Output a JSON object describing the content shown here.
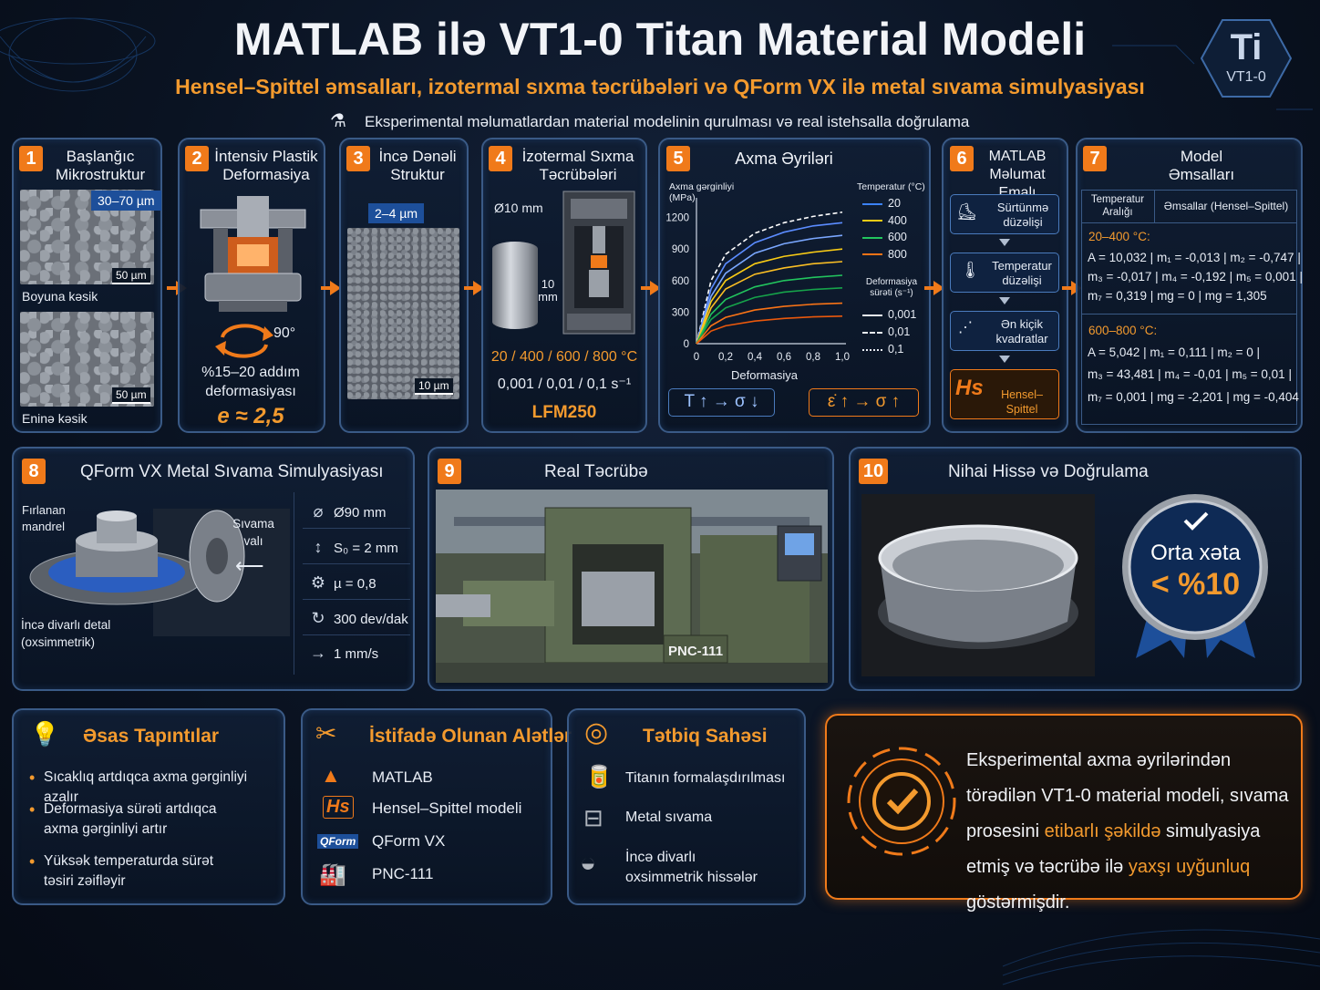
{
  "header": {
    "title": "MATLAB ilə VT1-0 Titan Material Modeli",
    "subtitle": "Hensel–Spittel əmsalları, izotermal sıxma təcrübələri və QForm VX ilə metal sıvama simulyasiyası",
    "tagline": "Eksperimental məlumatlardan material modelinin qurulması və real istehsalla doğrulama",
    "badge_symbol": "Ti",
    "badge_label": "VT1-0"
  },
  "steps": [
    {
      "num": "1",
      "title": "Başlanğıc Mikrostruktur",
      "grain": "30–70 µm",
      "scale": "50 µm",
      "cut1": "Boyuna kəsik",
      "cut2": "Eninə kəsik"
    },
    {
      "num": "2",
      "title": "İntensiv Plastik Deformasiya",
      "angle": "90°",
      "text": "%15–20 addım deformasiyası",
      "strain": "e ≈ 2,5"
    },
    {
      "num": "3",
      "title": "İncə Dənəli Struktur",
      "grain": "2–4 µm",
      "scale": "10 µm"
    },
    {
      "num": "4",
      "title": "İzotermal Sıxma Təcrübələri",
      "diameter": "Ø10 mm",
      "height": "10 mm",
      "temps": "20 / 400 / 600 / 800 °C",
      "rates": "0,001 / 0,01 / 0,1 s⁻¹",
      "machine": "LFM250"
    },
    {
      "num": "5",
      "title": "Axma Əyriləri",
      "ylabel": "Axma gərginliyi (MPa)",
      "xlabel": "Deformasiya",
      "rule1": "T ↑ → σ ↓",
      "rule2": "ε̇ ↑ → σ ↑"
    },
    {
      "num": "6",
      "title": "MATLAB Məlumat Emalı",
      "boxes": [
        "Sürtünmə düzəlişi",
        "Temperatur düzəlişi",
        "Ən kiçik kvadratlar",
        "Hensel–Spittel"
      ]
    },
    {
      "num": "7",
      "title": "Model Əmsalları",
      "col1": "Temperatur Aralığı",
      "col2": "Əmsallar (Hensel–Spittel)",
      "range1": "20–400 °C:",
      "r1_lines": [
        "A = 10,032  |  m₁ = -0,013  |  m₂ = -0,747  |",
        "m₃ = -0,017  |  m₄ = -0,192  |  m₅ = 0,001  |",
        "m₇ = 0,319  |  mg = 0  |  mg = 1,305"
      ],
      "range2": "600–800 °C:",
      "r2_lines": [
        "A = 5,042  |  m₁ = 0,111  |  m₂ = 0  |",
        "m₃ = 43,481  |  m₄ = -0,01  |  m₅ = 0,01  |",
        "m₇ = 0,001  |  mg = -2,201  |  mg = -0,404"
      ]
    }
  ],
  "chart_data": {
    "type": "line",
    "title": "Axma Əyriləri",
    "xlabel": "Deformasiya",
    "ylabel": "Axma gərginliyi (MPa)",
    "xlim": [
      0,
      1.0
    ],
    "ylim": [
      0,
      1300
    ],
    "xticks": [
      "0",
      "0,2",
      "0,4",
      "0,6",
      "0,8",
      "1,0"
    ],
    "yticks": [
      "0",
      "300",
      "600",
      "900",
      "1200"
    ],
    "legend_temp_title": "Temperatur (°C)",
    "legend_temp": [
      {
        "name": "20",
        "color": "#3b82f6"
      },
      {
        "name": "400",
        "color": "#facc15"
      },
      {
        "name": "600",
        "color": "#22c55e"
      },
      {
        "name": "800",
        "color": "#f97316"
      }
    ],
    "legend_rate_title": "Deformasiya sürəti (s⁻¹)",
    "legend_rate": [
      {
        "name": "0,001",
        "style": "solid"
      },
      {
        "name": "0,01",
        "style": "dashed"
      },
      {
        "name": "0,1",
        "style": "dotted"
      }
    ],
    "series": [
      {
        "color": "#ffffff",
        "dash": "dashed",
        "values": [
          [
            0,
            0
          ],
          [
            0.1,
            600
          ],
          [
            0.2,
            850
          ],
          [
            0.4,
            1050
          ],
          [
            0.6,
            1150
          ],
          [
            0.8,
            1210
          ],
          [
            1.0,
            1250
          ]
        ]
      },
      {
        "color": "#5b8cff",
        "dash": "solid",
        "values": [
          [
            0,
            0
          ],
          [
            0.1,
            520
          ],
          [
            0.2,
            760
          ],
          [
            0.4,
            960
          ],
          [
            0.6,
            1060
          ],
          [
            0.8,
            1120
          ],
          [
            1.0,
            1150
          ]
        ]
      },
      {
        "color": "#7aa7ff",
        "dash": "solid",
        "values": [
          [
            0,
            0
          ],
          [
            0.1,
            450
          ],
          [
            0.2,
            670
          ],
          [
            0.4,
            860
          ],
          [
            0.6,
            950
          ],
          [
            0.8,
            1000
          ],
          [
            1.0,
            1030
          ]
        ]
      },
      {
        "color": "#facc15",
        "dash": "solid",
        "values": [
          [
            0,
            0
          ],
          [
            0.1,
            400
          ],
          [
            0.2,
            600
          ],
          [
            0.4,
            760
          ],
          [
            0.6,
            830
          ],
          [
            0.8,
            870
          ],
          [
            1.0,
            900
          ]
        ]
      },
      {
        "color": "#fbbf24",
        "dash": "solid",
        "values": [
          [
            0,
            0
          ],
          [
            0.1,
            340
          ],
          [
            0.2,
            520
          ],
          [
            0.4,
            660
          ],
          [
            0.6,
            720
          ],
          [
            0.8,
            760
          ],
          [
            1.0,
            780
          ]
        ]
      },
      {
        "color": "#22c55e",
        "dash": "solid",
        "values": [
          [
            0,
            0
          ],
          [
            0.1,
            280
          ],
          [
            0.2,
            420
          ],
          [
            0.4,
            540
          ],
          [
            0.6,
            600
          ],
          [
            0.8,
            630
          ],
          [
            1.0,
            650
          ]
        ]
      },
      {
        "color": "#16a34a",
        "dash": "solid",
        "values": [
          [
            0,
            0
          ],
          [
            0.1,
            230
          ],
          [
            0.2,
            340
          ],
          [
            0.4,
            440
          ],
          [
            0.6,
            490
          ],
          [
            0.8,
            515
          ],
          [
            1.0,
            530
          ]
        ]
      },
      {
        "color": "#f97316",
        "dash": "solid",
        "values": [
          [
            0,
            0
          ],
          [
            0.1,
            170
          ],
          [
            0.2,
            250
          ],
          [
            0.4,
            320
          ],
          [
            0.6,
            355
          ],
          [
            0.8,
            375
          ],
          [
            1.0,
            385
          ]
        ]
      },
      {
        "color": "#ea580c",
        "dash": "solid",
        "values": [
          [
            0,
            0
          ],
          [
            0.1,
            120
          ],
          [
            0.2,
            170
          ],
          [
            0.4,
            215
          ],
          [
            0.6,
            240
          ],
          [
            0.8,
            255
          ],
          [
            1.0,
            262
          ]
        ]
      }
    ]
  },
  "qform": {
    "num": "8",
    "title": "QForm VX Metal Sıvama Simulyasiyası",
    "label_mandrel": "Fırlanan mandrel",
    "label_roller": "Sıvama valı",
    "label_part": "İncə divarlı detal (oxsimmetrik)",
    "params": [
      {
        "icon": "⌀",
        "text": "Ø90 mm"
      },
      {
        "icon": "↕",
        "text": "S₀ = 2 mm"
      },
      {
        "icon": "⚙",
        "text": "µ = 0,8"
      },
      {
        "icon": "↻",
        "text": "300 dev/dak"
      },
      {
        "icon": "→",
        "text": "1 mm/s"
      }
    ]
  },
  "real": {
    "num": "9",
    "title": "Real Təcrübə",
    "machine_label": "PNC-111"
  },
  "final": {
    "num": "10",
    "title": "Nihai Hissə və Doğrulama",
    "seal_line1": "Orta xəta",
    "seal_line2": "< %10"
  },
  "findings": {
    "title": "Əsas Tapıntılar",
    "items": [
      "Sıcaklıq artdıqca axma gərginliyi azalır",
      "Deformasiya sürəti artdıqca axma gərginliyi artır",
      "Yüksək temperaturda sürət təsiri zəifləyir"
    ]
  },
  "tools": {
    "title": "İstifadə Olunan Alətlər",
    "items": [
      "MATLAB",
      "Hensel–Spittel modeli",
      "QForm VX",
      "PNC-111"
    ],
    "hs_icon": "Hs",
    "qform_icon": "QForm"
  },
  "application": {
    "title": "Tətbiq Sahəsi",
    "items": [
      "Titanın formalaşdırılması",
      "Metal sıvama",
      "İncə divarlı oxsimmetrik hissələr"
    ]
  },
  "conclusion": {
    "part1": "Eksperimental axma əyrilərindən törədilən VT1-0 material modeli, sıvama prosesini ",
    "highlight1": "etibarlı şəkildə",
    "part2": " simulyasiya etmiş və təcrübə ilə ",
    "highlight2": "yaxşı uyğunluq",
    "part3": " göstərmişdir."
  }
}
